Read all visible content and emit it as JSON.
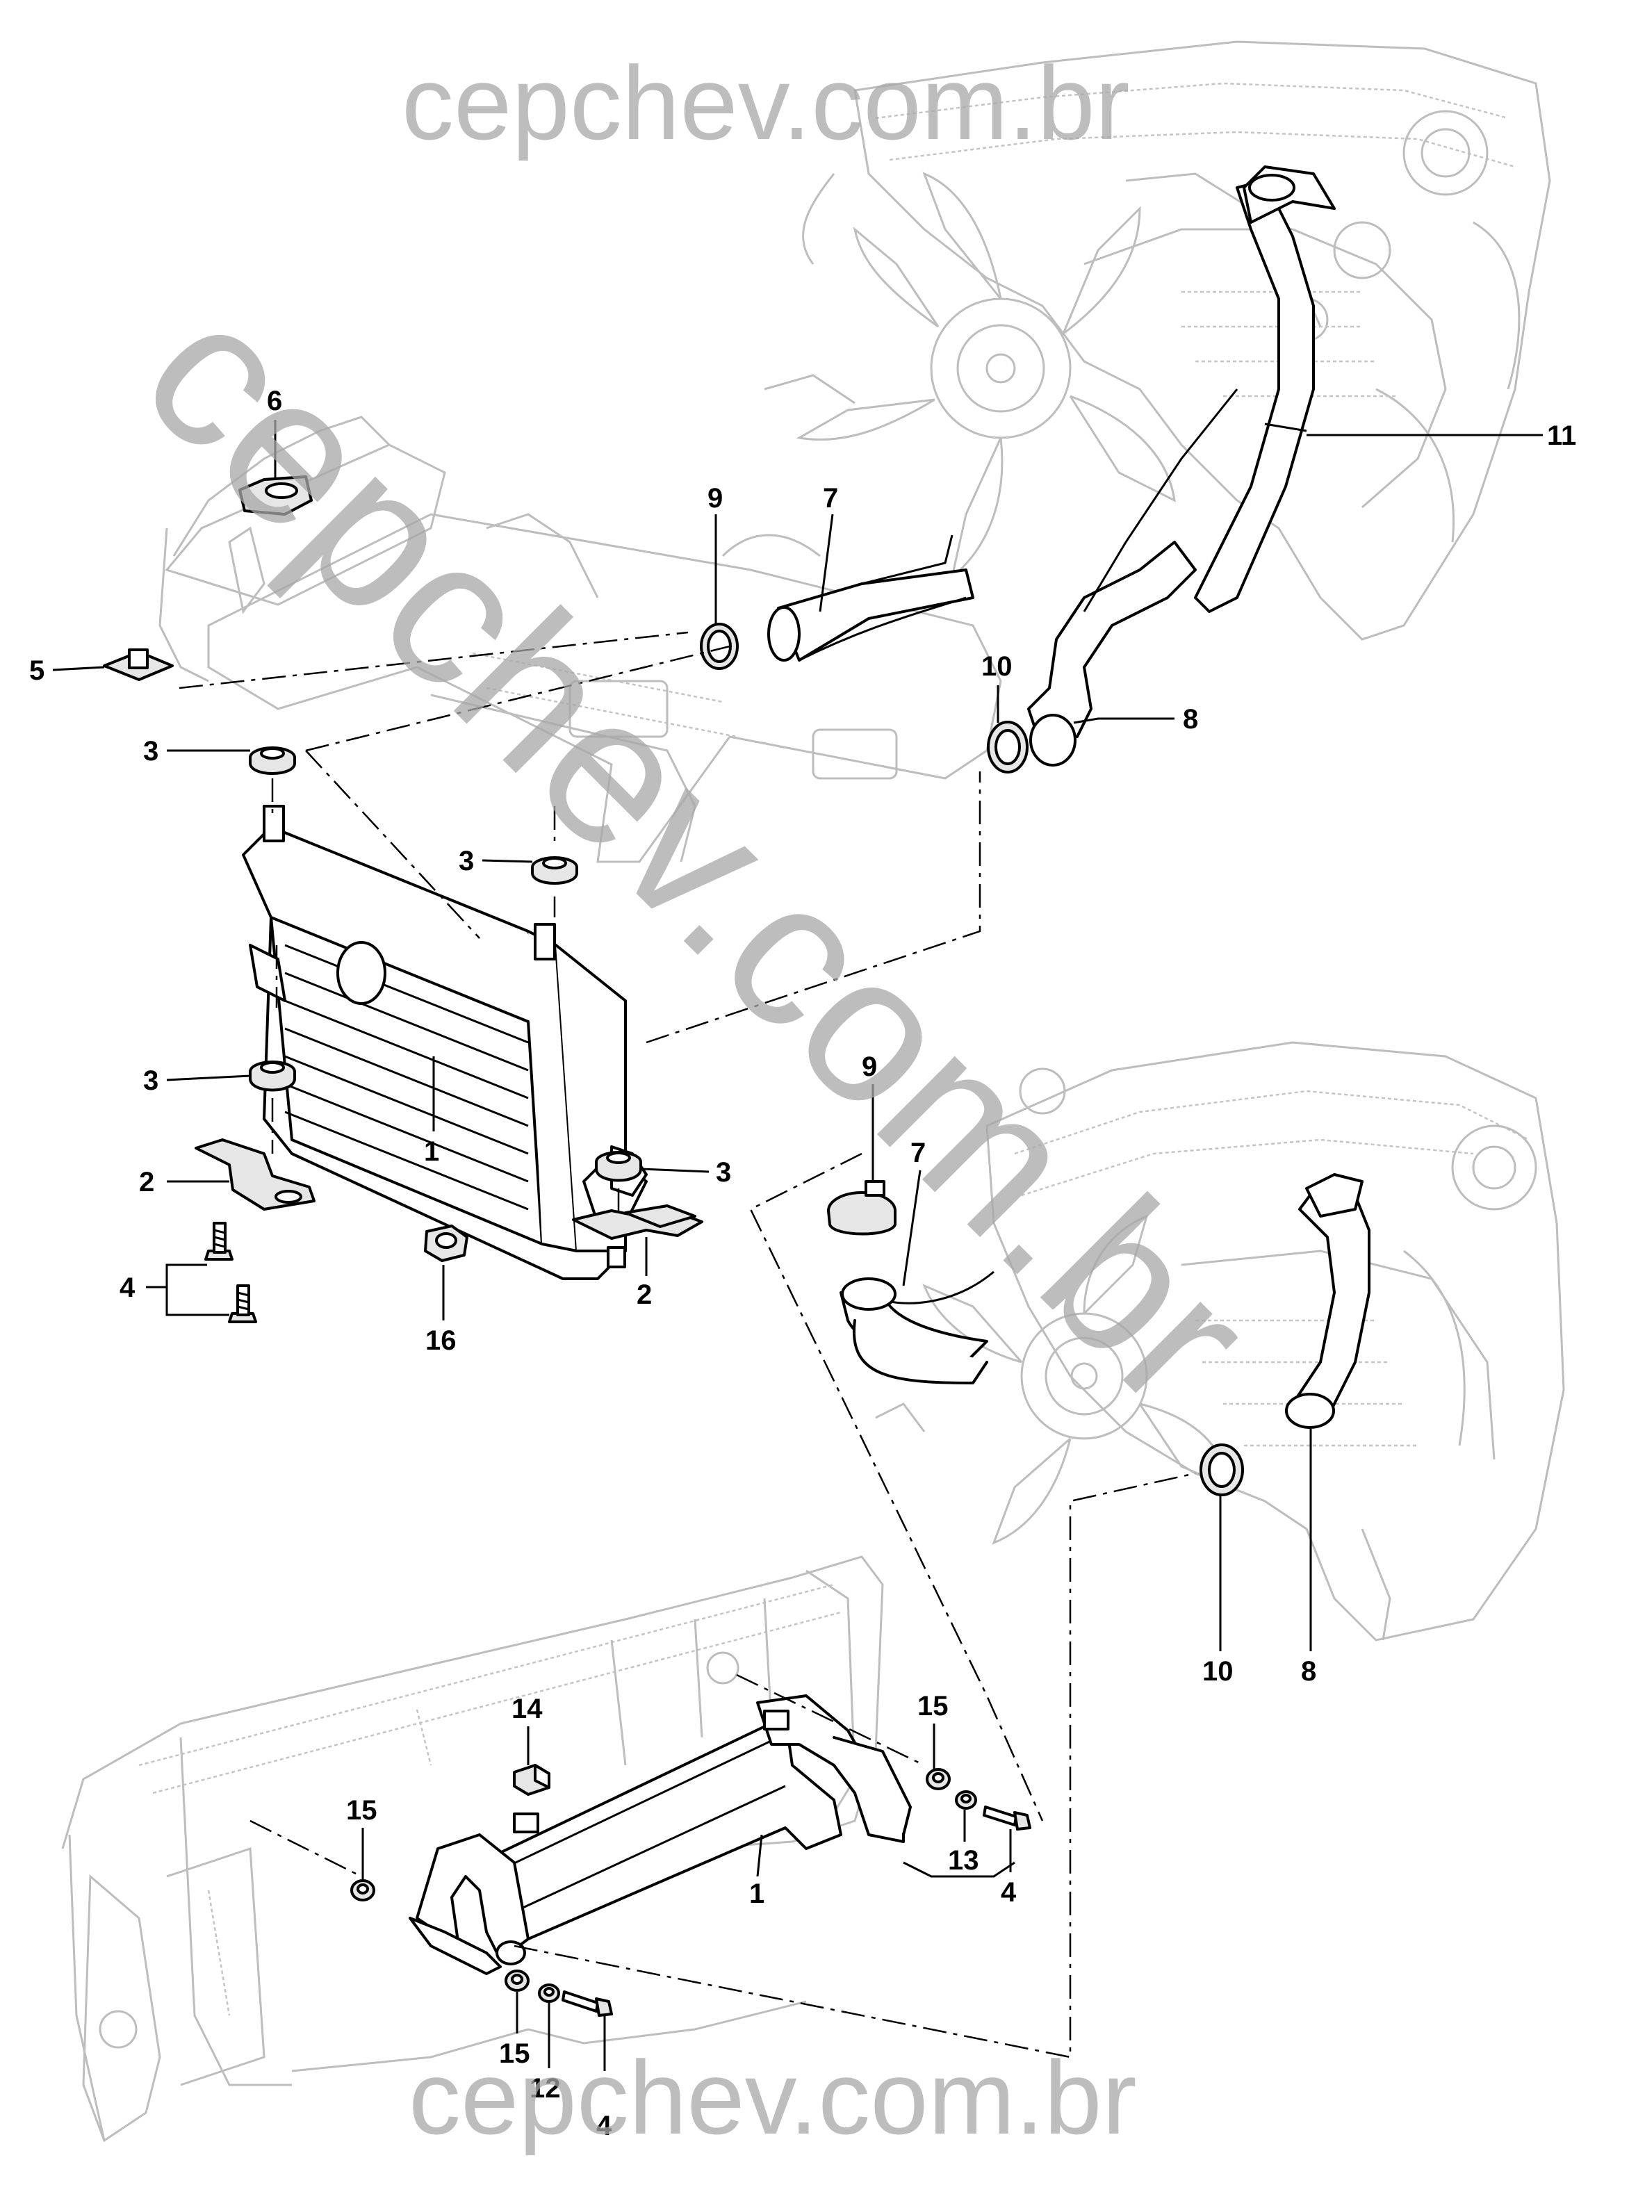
{
  "watermark": {
    "top": "cepchev.com.br",
    "bottom": "cepchev.com.br",
    "diagonal": "cepchev.com.br"
  },
  "callouts": [
    {
      "id": "c6",
      "label": "6"
    },
    {
      "id": "c9a",
      "label": "9"
    },
    {
      "id": "c7a",
      "label": "7"
    },
    {
      "id": "c11",
      "label": "11"
    },
    {
      "id": "c5",
      "label": "5"
    },
    {
      "id": "c10a",
      "label": "10"
    },
    {
      "id": "c8a",
      "label": "8"
    },
    {
      "id": "c3a",
      "label": "3"
    },
    {
      "id": "c3b",
      "label": "3"
    },
    {
      "id": "c3c",
      "label": "3"
    },
    {
      "id": "c3d",
      "label": "3"
    },
    {
      "id": "c1a",
      "label": "1"
    },
    {
      "id": "c2a",
      "label": "2"
    },
    {
      "id": "c2b",
      "label": "2"
    },
    {
      "id": "c4a",
      "label": "4"
    },
    {
      "id": "c16",
      "label": "16"
    },
    {
      "id": "c9b",
      "label": "9"
    },
    {
      "id": "c7b",
      "label": "7"
    },
    {
      "id": "c10b",
      "label": "10"
    },
    {
      "id": "c8b",
      "label": "8"
    },
    {
      "id": "c14",
      "label": "14"
    },
    {
      "id": "c15a",
      "label": "15"
    },
    {
      "id": "c15b",
      "label": "15"
    },
    {
      "id": "c15c",
      "label": "15"
    },
    {
      "id": "c13",
      "label": "13"
    },
    {
      "id": "c4b",
      "label": "4"
    },
    {
      "id": "c1b",
      "label": "1"
    },
    {
      "id": "c12",
      "label": "12"
    },
    {
      "id": "c4c",
      "label": "4"
    }
  ]
}
